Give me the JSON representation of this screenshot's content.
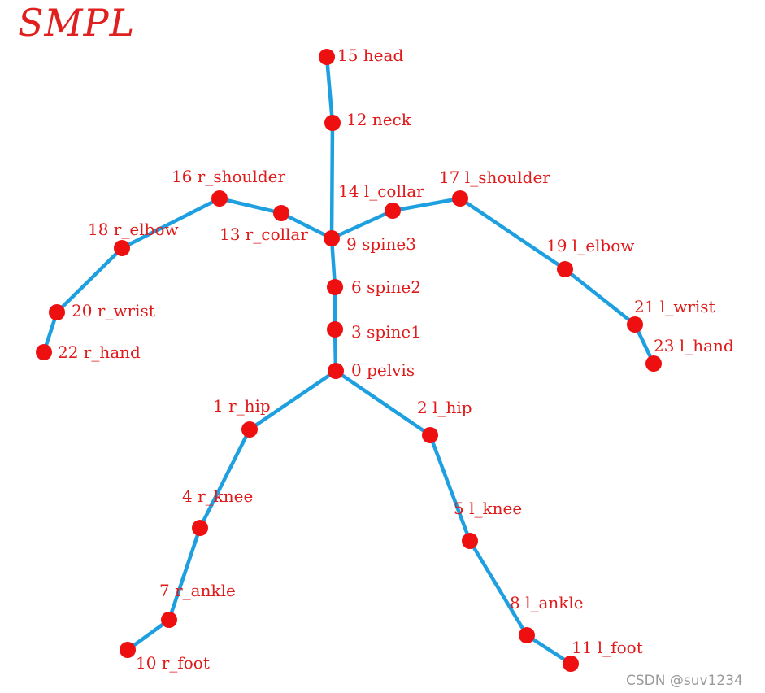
{
  "title": "SMPL",
  "watermark": "CSDN @suv1234",
  "colors": {
    "joint": "#ee1010",
    "bone": "#1ea0e0",
    "label": "#e01a1a"
  },
  "joints": [
    {
      "id": "0",
      "label": "0 pelvis"
    },
    {
      "id": "1",
      "label": "1 r_hip"
    },
    {
      "id": "2",
      "label": "2 l_hip"
    },
    {
      "id": "3",
      "label": "3 spine1"
    },
    {
      "id": "4",
      "label": "4 r_knee"
    },
    {
      "id": "5",
      "label": "5 l_knee"
    },
    {
      "id": "6",
      "label": "6 spine2"
    },
    {
      "id": "7",
      "label": "7 r_ankle"
    },
    {
      "id": "8",
      "label": "8 l_ankle"
    },
    {
      "id": "9",
      "label": "9 spine3"
    },
    {
      "id": "10",
      "label": "10 r_foot"
    },
    {
      "id": "11",
      "label": "11 l_foot"
    },
    {
      "id": "12",
      "label": "12 neck"
    },
    {
      "id": "13",
      "label": "13 r_collar"
    },
    {
      "id": "14",
      "label": "14 l_collar"
    },
    {
      "id": "15",
      "label": "15 head"
    },
    {
      "id": "16",
      "label": "16 r_shoulder"
    },
    {
      "id": "17",
      "label": "17 l_shoulder"
    },
    {
      "id": "18",
      "label": "18 r_elbow"
    },
    {
      "id": "19",
      "label": "19 l_elbow"
    },
    {
      "id": "20",
      "label": "20 r_wrist"
    },
    {
      "id": "21",
      "label": "21 l_wrist"
    },
    {
      "id": "22",
      "label": "22 r_hand"
    },
    {
      "id": "23",
      "label": "23 l_hand"
    }
  ],
  "bones": [
    [
      "15",
      "12"
    ],
    [
      "12",
      "9"
    ],
    [
      "9",
      "6"
    ],
    [
      "6",
      "3"
    ],
    [
      "3",
      "0"
    ],
    [
      "9",
      "13"
    ],
    [
      "13",
      "16"
    ],
    [
      "16",
      "18"
    ],
    [
      "18",
      "20"
    ],
    [
      "20",
      "22"
    ],
    [
      "9",
      "14"
    ],
    [
      "14",
      "17"
    ],
    [
      "17",
      "19"
    ],
    [
      "19",
      "21"
    ],
    [
      "21",
      "23"
    ],
    [
      "0",
      "1"
    ],
    [
      "1",
      "4"
    ],
    [
      "4",
      "7"
    ],
    [
      "7",
      "10"
    ],
    [
      "0",
      "2"
    ],
    [
      "2",
      "5"
    ],
    [
      "5",
      "8"
    ],
    [
      "8",
      "11"
    ]
  ]
}
